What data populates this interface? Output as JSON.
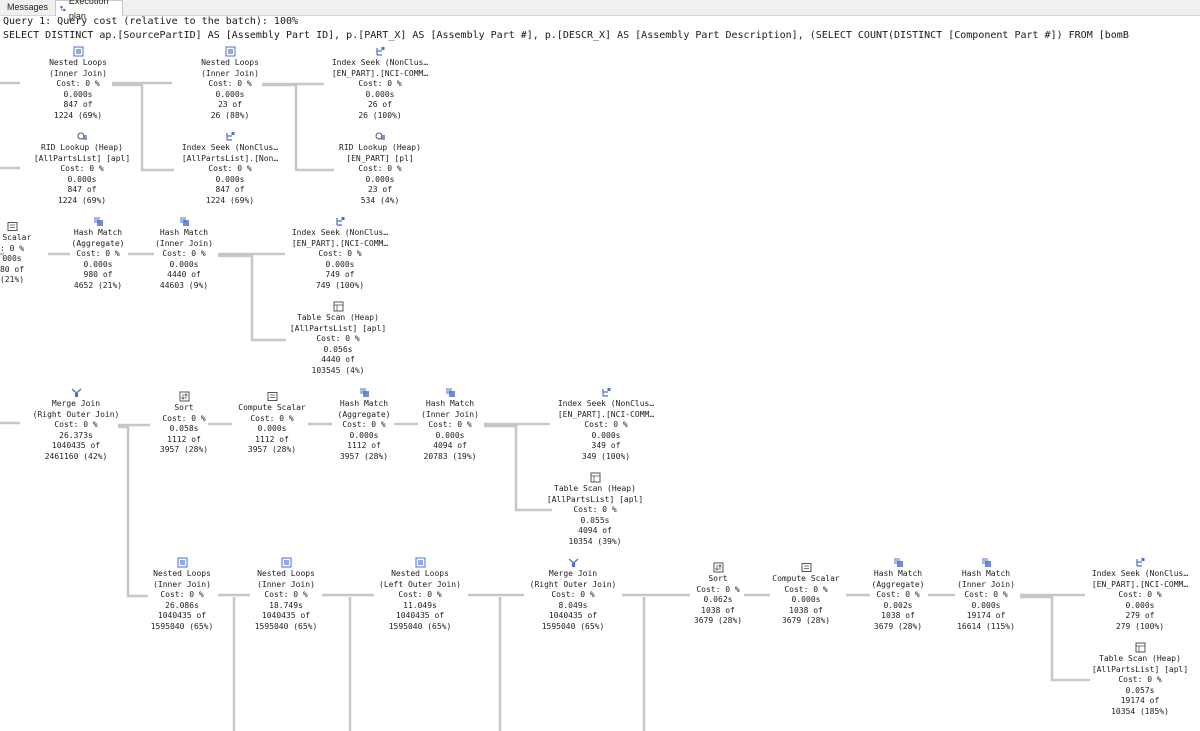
{
  "tabs": [
    {
      "label": "Messages",
      "icon": "messages-icon"
    },
    {
      "label": "Execution plan",
      "icon": "execution-plan-icon"
    }
  ],
  "query": {
    "header": "Query 1: Query cost (relative to the batch): 100%",
    "sql": "SELECT DISTINCT ap.[SourcePartID] AS [Assembly Part ID], p.[PART_X] AS [Assembly Part #], p.[DESCR_X] AS [Assembly Part Description], (SELECT COUNT(DISTINCT [Component Part #]) FROM [bomB"
  },
  "colors": {
    "wire": "#c7c7c7",
    "icon_blue": "#4a6fd1",
    "icon_dark": "#555555"
  },
  "nodes": [
    {
      "id": "n1",
      "icon": "nested-loops-icon",
      "lines": [
        "Nested Loops",
        "(Inner Join)",
        "Cost: 0 %",
        "0.000s",
        "847 of",
        "1224 (69%)"
      ]
    },
    {
      "id": "n2",
      "icon": "nested-loops-icon",
      "lines": [
        "Nested Loops",
        "(Inner Join)",
        "Cost: 0 %",
        "0.000s",
        "23 of",
        "26 (88%)"
      ]
    },
    {
      "id": "n3",
      "icon": "index-seek-icon",
      "lines": [
        "Index Seek (NonClus…",
        "[EN_PART].[NCI-COMM…",
        "Cost: 0 %",
        "0.000s",
        "26 of",
        "26 (100%)"
      ]
    },
    {
      "id": "n4",
      "icon": "rid-lookup-icon",
      "lines": [
        "RID Lookup (Heap)",
        "[AllPartsList] [apl]",
        "Cost: 0 %",
        "0.000s",
        "847 of",
        "1224 (69%)"
      ]
    },
    {
      "id": "n5",
      "icon": "index-seek-icon",
      "lines": [
        "Index Seek (NonClus…",
        "[AllPartsList].[Non…",
        "Cost: 0 %",
        "0.000s",
        "847 of",
        "1224 (69%)"
      ]
    },
    {
      "id": "n6",
      "icon": "rid-lookup-icon",
      "lines": [
        "RID Lookup (Heap)",
        "[EN_PART] [pl]",
        "Cost: 0 %",
        "0.000s",
        "23 of",
        "534 (4%)"
      ]
    },
    {
      "id": "n7",
      "icon": "compute-scalar-icon",
      "lines": [
        "e Scalar",
        ": 0 %",
        "000s",
        "80 of",
        "(21%)"
      ]
    },
    {
      "id": "n8",
      "icon": "hash-match-icon",
      "lines": [
        "Hash Match",
        "(Aggregate)",
        "Cost: 0 %",
        "0.000s",
        "980 of",
        "4652 (21%)"
      ]
    },
    {
      "id": "n9",
      "icon": "hash-match-icon",
      "lines": [
        "Hash Match",
        "(Inner Join)",
        "Cost: 0 %",
        "0.000s",
        "4440 of",
        "44603 (9%)"
      ]
    },
    {
      "id": "n10",
      "icon": "index-seek-icon",
      "lines": [
        "Index Seek (NonClus…",
        "[EN_PART].[NCI-COMM…",
        "Cost: 0 %",
        "0.000s",
        "749 of",
        "749 (100%)"
      ]
    },
    {
      "id": "n11",
      "icon": "table-scan-icon",
      "lines": [
        "Table Scan (Heap)",
        "[AllPartsList] [apl]",
        "Cost: 0 %",
        "0.056s",
        "4440 of",
        "103545 (4%)"
      ]
    },
    {
      "id": "n12",
      "icon": "merge-join-icon",
      "lines": [
        "Merge Join",
        "(Right Outer Join)",
        "Cost: 0 %",
        "26.373s",
        "1040435 of",
        "2461160 (42%)"
      ]
    },
    {
      "id": "n13",
      "icon": "sort-icon",
      "lines": [
        "Sort",
        "Cost: 0 %",
        "0.058s",
        "1112 of",
        "3957 (28%)"
      ]
    },
    {
      "id": "n14",
      "icon": "compute-scalar-icon",
      "lines": [
        "Compute Scalar",
        "Cost: 0 %",
        "0.000s",
        "1112 of",
        "3957 (28%)"
      ]
    },
    {
      "id": "n15",
      "icon": "hash-match-icon",
      "lines": [
        "Hash Match",
        "(Aggregate)",
        "Cost: 0 %",
        "0.000s",
        "1112 of",
        "3957 (28%)"
      ]
    },
    {
      "id": "n16",
      "icon": "hash-match-icon",
      "lines": [
        "Hash Match",
        "(Inner Join)",
        "Cost: 0 %",
        "0.000s",
        "4094 of",
        "20783 (19%)"
      ]
    },
    {
      "id": "n17",
      "icon": "index-seek-icon",
      "lines": [
        "Index Seek (NonClus…",
        "[EN_PART].[NCI-COMM…",
        "Cost: 0 %",
        "0.000s",
        "349 of",
        "349 (100%)"
      ]
    },
    {
      "id": "n18",
      "icon": "table-scan-icon",
      "lines": [
        "Table Scan (Heap)",
        "[AllPartsList] [apl]",
        "Cost: 0 %",
        "0.055s",
        "4094 of",
        "10354 (39%)"
      ]
    },
    {
      "id": "n19",
      "icon": "nested-loops-icon",
      "lines": [
        "Nested Loops",
        "(Inner Join)",
        "Cost: 0 %",
        "26.086s",
        "1040435 of",
        "1595040 (65%)"
      ]
    },
    {
      "id": "n20",
      "icon": "nested-loops-icon",
      "lines": [
        "Nested Loops",
        "(Inner Join)",
        "Cost: 0 %",
        "18.749s",
        "1040435 of",
        "1595040 (65%)"
      ]
    },
    {
      "id": "n21",
      "icon": "nested-loops-icon",
      "lines": [
        "Nested Loops",
        "(Left Outer Join)",
        "Cost: 0 %",
        "11.049s",
        "1040435 of",
        "1595040 (65%)"
      ]
    },
    {
      "id": "n22",
      "icon": "merge-join-icon",
      "lines": [
        "Merge Join",
        "(Right Outer Join)",
        "Cost: 0 %",
        "8.049s",
        "1040435 of",
        "1595040 (65%)"
      ]
    },
    {
      "id": "n23",
      "icon": "sort-icon",
      "lines": [
        "Sort",
        "Cost: 0 %",
        "0.062s",
        "1038 of",
        "3679 (28%)"
      ]
    },
    {
      "id": "n24",
      "icon": "compute-scalar-icon",
      "lines": [
        "Compute Scalar",
        "Cost: 0 %",
        "0.000s",
        "1038 of",
        "3679 (28%)"
      ]
    },
    {
      "id": "n25",
      "icon": "hash-match-icon",
      "lines": [
        "Hash Match",
        "(Aggregate)",
        "Cost: 0 %",
        "0.002s",
        "1038 of",
        "3679 (28%)"
      ]
    },
    {
      "id": "n26",
      "icon": "hash-match-icon",
      "lines": [
        "Hash Match",
        "(Inner Join)",
        "Cost: 0 %",
        "0.000s",
        "19174 of",
        "16614 (115%)"
      ]
    },
    {
      "id": "n27",
      "icon": "index-seek-icon",
      "lines": [
        "Index Seek (NonClus…",
        "[EN_PART].[NCI-COMM…",
        "Cost: 0 %",
        "0.000s",
        "279 of",
        "279 (100%)"
      ]
    },
    {
      "id": "n28",
      "icon": "table-scan-icon",
      "lines": [
        "Table Scan (Heap)",
        "[AllPartsList] [apl]",
        "Cost: 0 %",
        "0.057s",
        "19174 of",
        "10354 (185%)"
      ]
    }
  ]
}
